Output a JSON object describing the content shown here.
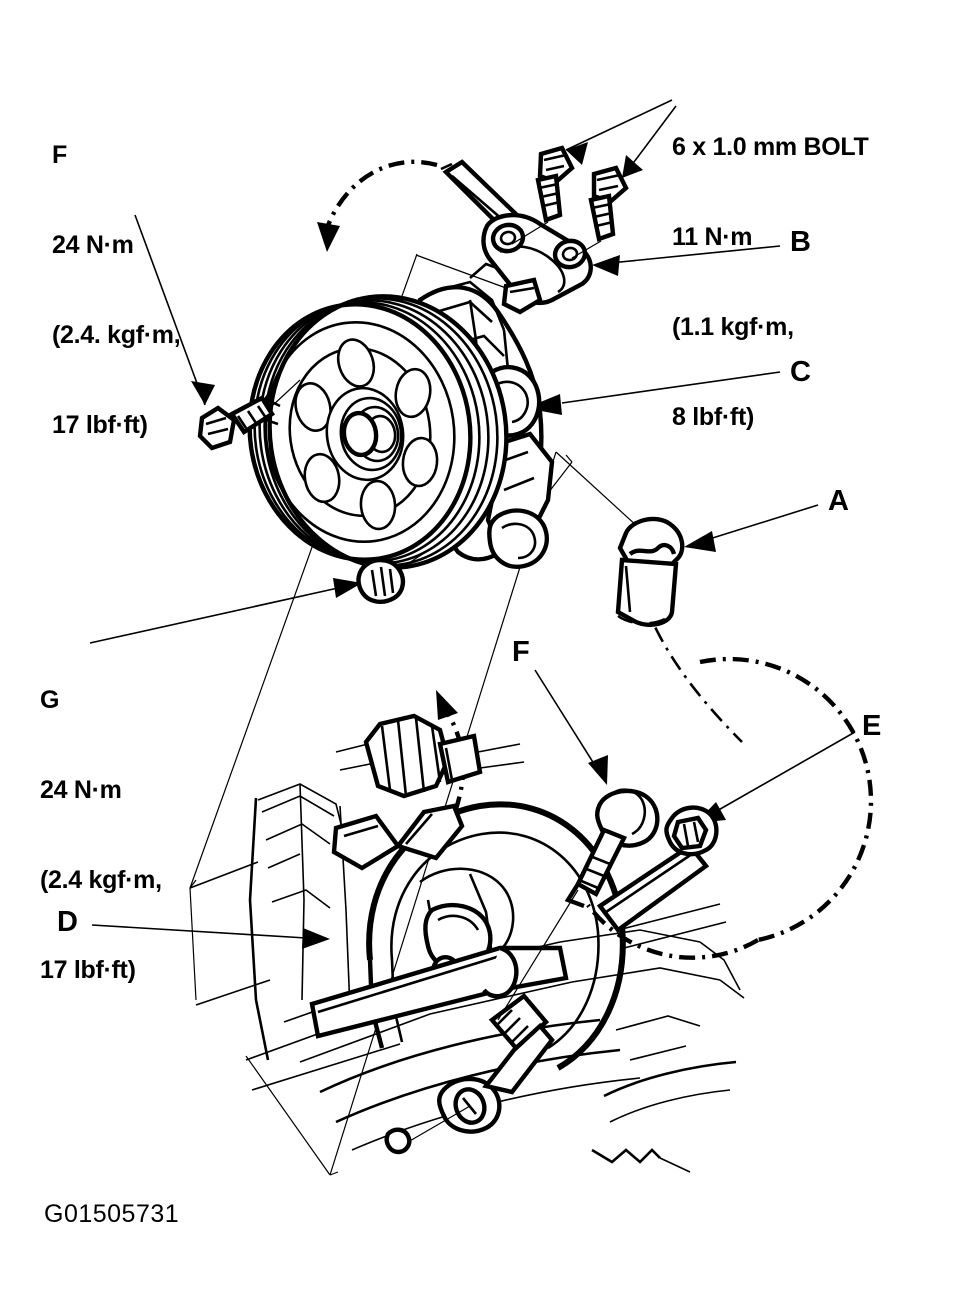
{
  "figure": {
    "id_code": "G01505731",
    "type": "exploded-assembly-diagram",
    "subject": "Power steering pump and mounting bracket"
  },
  "torque_specs": [
    {
      "key": "spec-f-top",
      "letter": "F",
      "lines": [
        "F",
        "24 N·m",
        "(2.4. kgf·m,",
        "17 lbf·ft)"
      ],
      "torque_nm": "24 N·m",
      "torque_kgfm": "(2.4. kgf·m,",
      "torque_lbfft": "17 lbf·ft)"
    },
    {
      "key": "spec-bolt-6x1",
      "letter": "",
      "lines": [
        "6 x 1.0 mm BOLT",
        "11 N·m",
        "(1.1 kgf·m,",
        "8 lbf·ft)"
      ],
      "size": "6 x 1.0 mm BOLT",
      "torque_nm": "11 N·m",
      "torque_kgfm": "(1.1 kgf·m,",
      "torque_lbfft": "8 lbf·ft)"
    },
    {
      "key": "spec-g",
      "letter": "G",
      "lines": [
        "G",
        "24 N·m",
        "(2.4 kgf·m,",
        "17 lbf·ft)"
      ],
      "torque_nm": "24 N·m",
      "torque_kgfm": "(2.4 kgf·m,",
      "torque_lbfft": "17 lbf·ft)"
    }
  ],
  "callout_blocks": {
    "f_top": {
      "l1": "F",
      "l2": "24 N·m",
      "l3": "(2.4. kgf·m,",
      "l4": "17 lbf·ft)"
    },
    "bolt_6x1": {
      "l1": "6 x 1.0 mm BOLT",
      "l2": "11 N·m",
      "l3": "(1.1 kgf·m,",
      "l4": "8 lbf·ft)"
    },
    "g_left": {
      "l1": "G",
      "l2": "24 N·m",
      "l3": "(2.4 kgf·m,",
      "l4": "17 lbf·ft)"
    }
  },
  "part_labels": [
    {
      "key": "A",
      "label": "A",
      "points_to": "hose-end-connector"
    },
    {
      "key": "B",
      "label": "B",
      "points_to": "pump-mount-bracket"
    },
    {
      "key": "C",
      "label": "C",
      "points_to": "power-steering-pump-body"
    },
    {
      "key": "D",
      "label": "D",
      "points_to": "engine-mount-bracket"
    },
    {
      "key": "E",
      "label": "E",
      "points_to": "hex-nut-adjuster"
    },
    {
      "key": "F",
      "label": "F",
      "points_to": "flange-bolt-lower"
    }
  ],
  "figure_id": {
    "text": "G01505731"
  }
}
